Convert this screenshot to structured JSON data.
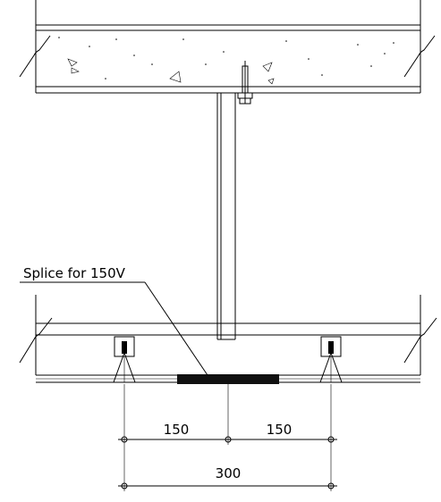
{
  "callout": {
    "splice_label": "Splice for 150V"
  },
  "dimensions": {
    "left_segment": "150",
    "right_segment": "150",
    "overall": "300"
  }
}
